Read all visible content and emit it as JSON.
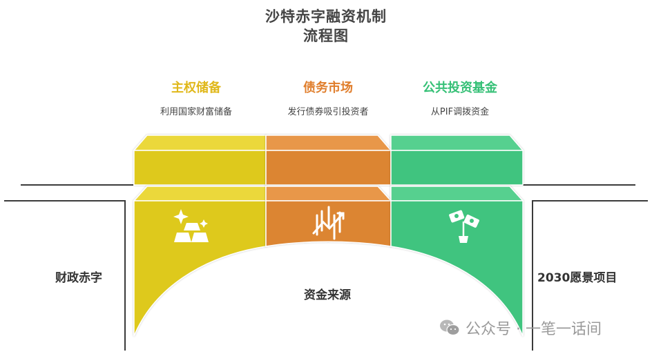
{
  "title_line1": "沙特赤字融资机制",
  "title_line2": "流程图",
  "columns": [
    {
      "heading": "主权储备",
      "subtitle": "利用国家财富储备",
      "color": "#dec91a",
      "heading_color": "#e0b81b",
      "icon": "gold-bars-sparkle-icon"
    },
    {
      "heading": "债务市场",
      "subtitle": "发行债券吸引投资者",
      "color": "#dc8533",
      "heading_color": "#e07e2c",
      "icon": "trend-chart-icon"
    },
    {
      "heading": "公共投资基金",
      "subtitle": "从PIF调拨资金",
      "color": "#3fc47f",
      "heading_color": "#35c076",
      "icon": "money-plant-icon"
    }
  ],
  "left_label": "财政赤字",
  "right_label": "2030愿景项目",
  "center_label": "资金来源",
  "watermark": "公众号 · 一笔一话间"
}
